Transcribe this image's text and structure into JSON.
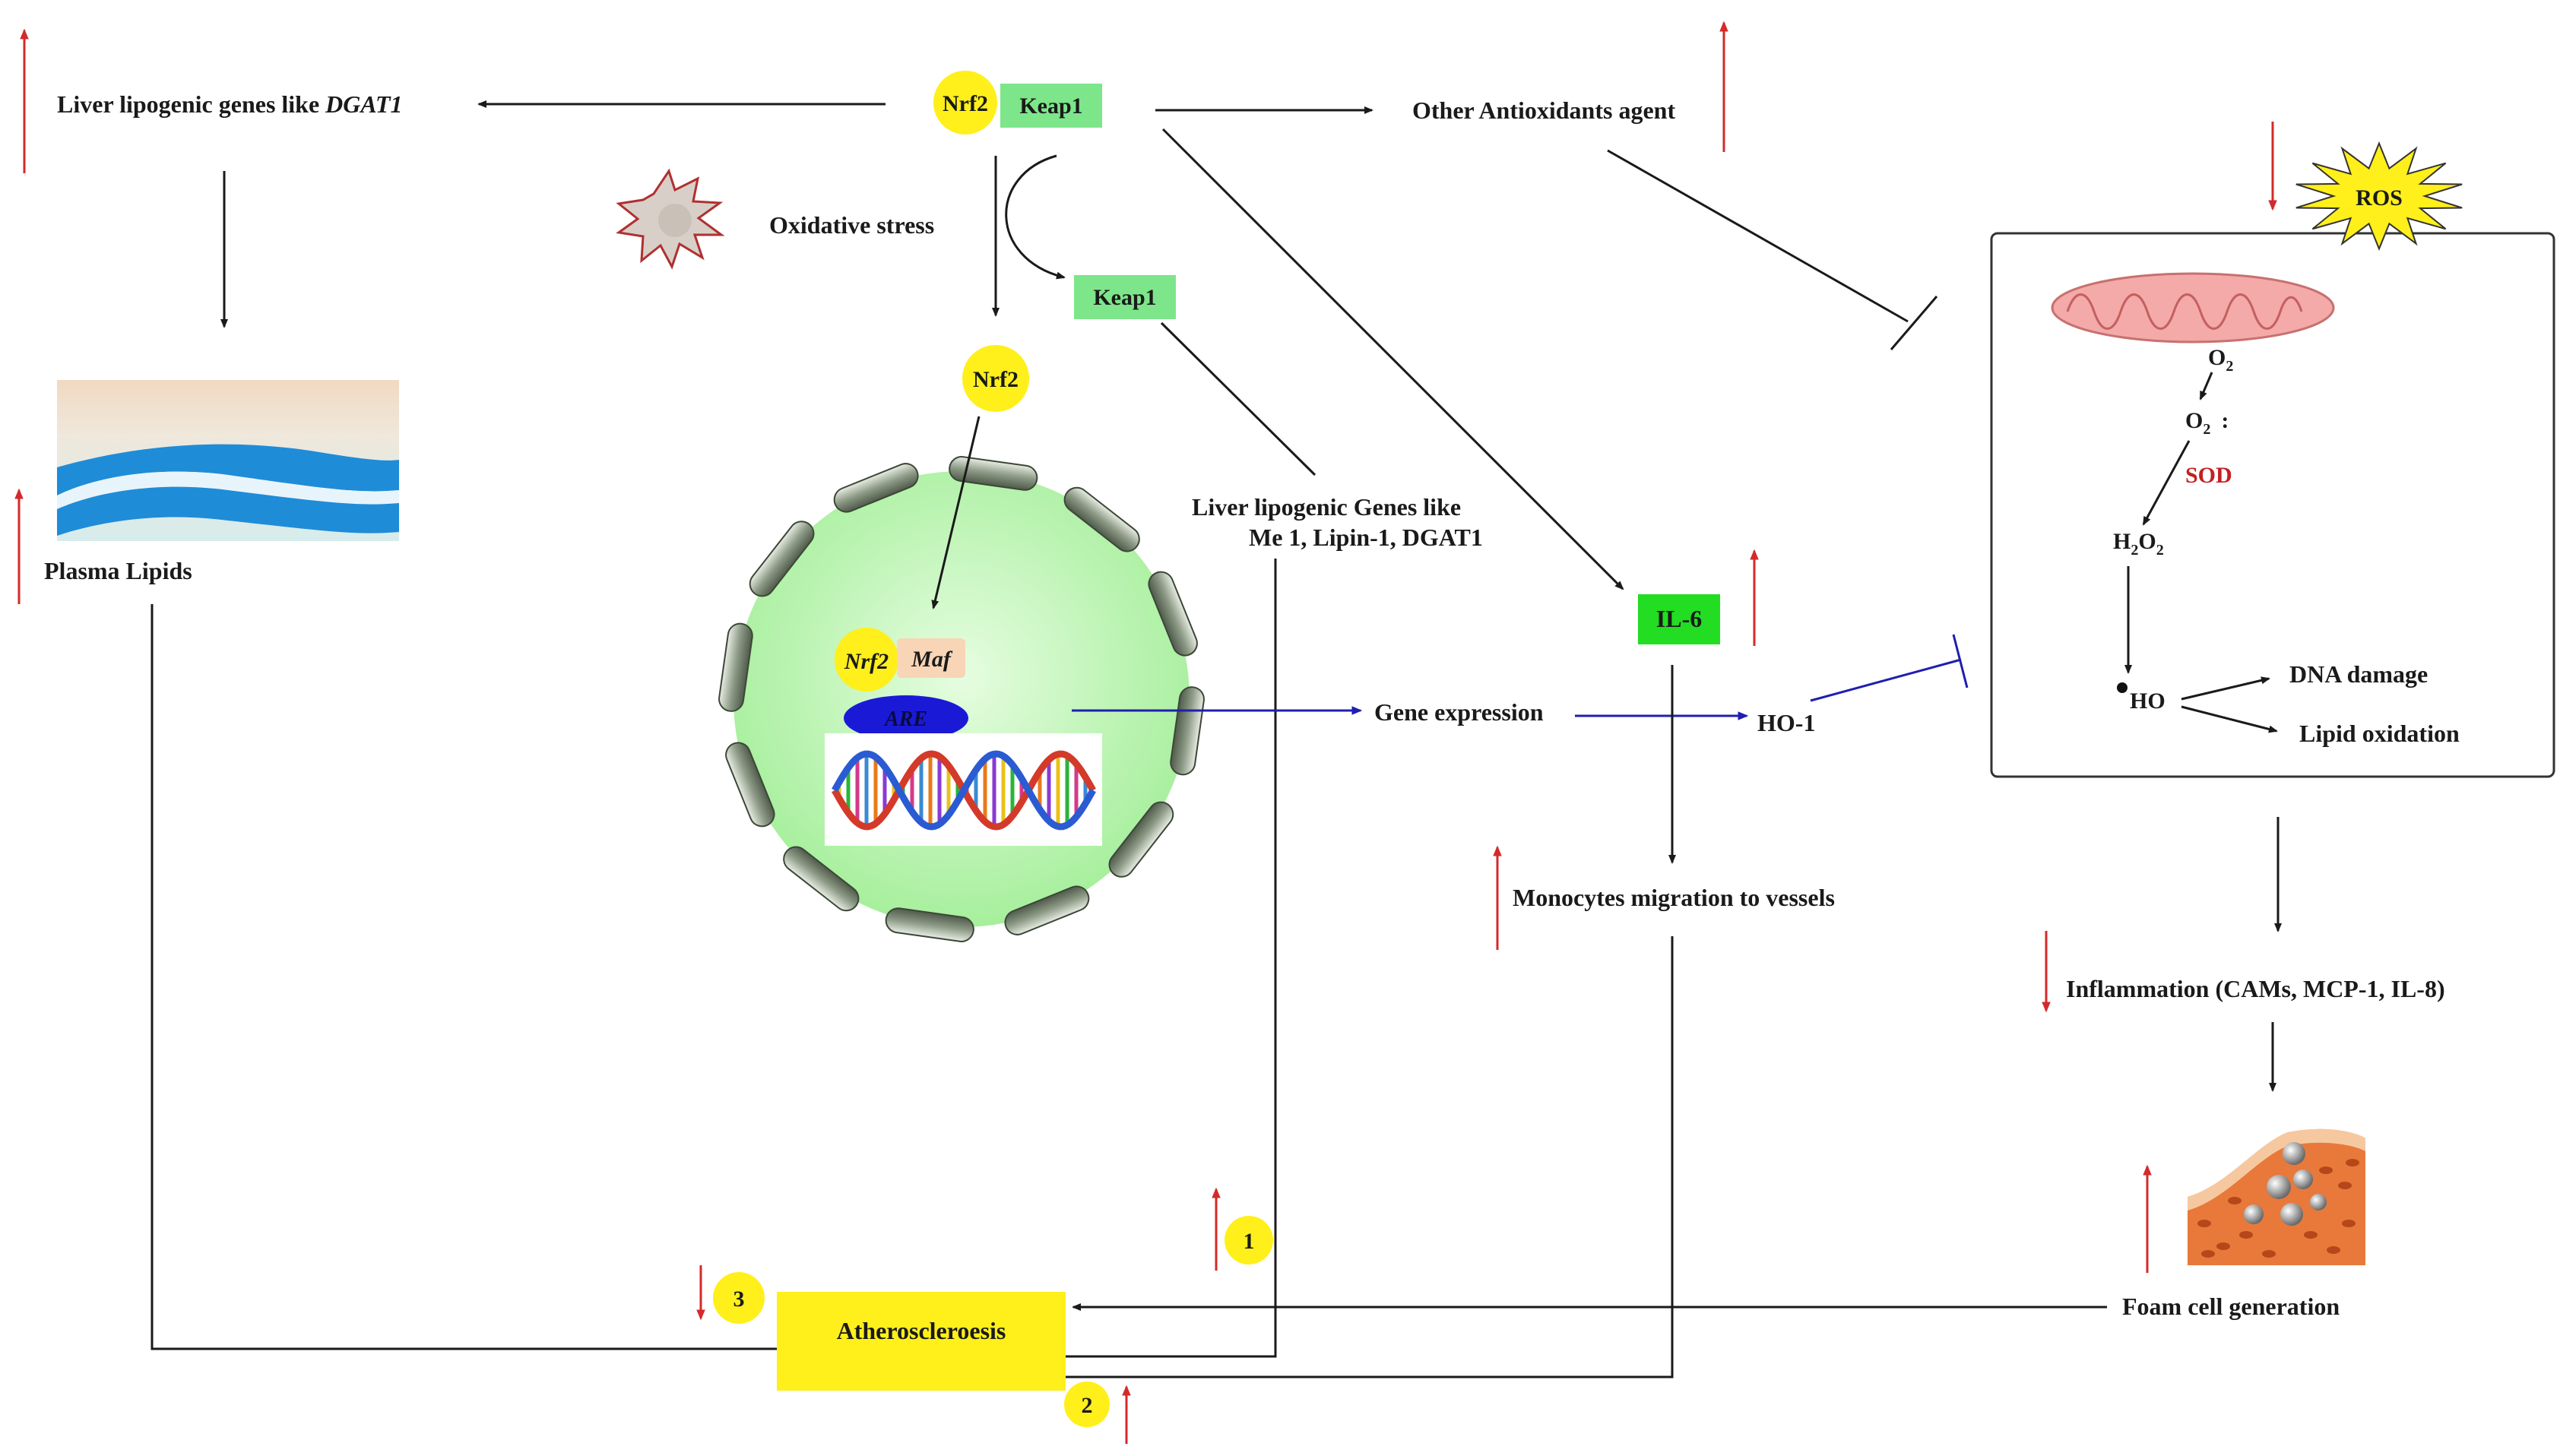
{
  "labels": {
    "liver_genes_prefix": "Liver lipogenic genes like ",
    "liver_genes_italic": "DGAT1",
    "nrf2": "Nrf2",
    "keap1": "Keap1",
    "other_antioxidants": "Other Antioxidants agent",
    "oxidative_stress": "Oxidative stress",
    "keap1_free": "Keap1",
    "nrf2_free": "Nrf2",
    "plasma_lipids": "Plasma Lipids",
    "liver_genes2_line1": "Liver lipogenic Genes like",
    "liver_genes2_line2": "Me 1, Lipin-1, DGAT1",
    "il6": "IL-6",
    "nrf2_nucleus": "Nrf2",
    "maf": "Maf",
    "are": "ARE",
    "gene_expression": "Gene expression",
    "ho1": "HO-1",
    "monocytes": "Monocytes migration to vessels",
    "ros": "ROS",
    "o2": "O",
    "o2_sub": "2",
    "o2_radical": "O",
    "o2_radical_sub": "2",
    "o2_radical_dots": ":",
    "sod": "SOD",
    "h2o2_h": "H",
    "h2o2_sub1": "2",
    "h2o2_o": "O",
    "h2o2_sub2": "2",
    "ho_radical": "HO",
    "dna_damage": "DNA damage",
    "lipid_oxidation": "Lipid oxidation",
    "inflammation": "Inflammation (CAMs, MCP-1, IL-8)",
    "foam_cell": "Foam cell generation",
    "atherosclerosis": "Atheroscleroesis",
    "num1": "1",
    "num2": "2",
    "num3": "3"
  },
  "colors": {
    "nrf2_yellow": "#ffef1a",
    "keap1_green": "#7de68a",
    "il6_green": "#22dd22",
    "are_blue": "#1a1ad6",
    "arrow_red": "#d42a2a",
    "inhibit_blue": "#1f1fb0",
    "sod_red": "#c42020",
    "athero_yellow": "#ffef1a",
    "nucleus_green": "#c8f7c0"
  },
  "icons": [
    "explosion-icon",
    "membrane-bilayer-icon",
    "nucleus-icon",
    "dna-helix-icon",
    "mitochondrion-icon",
    "ros-star-icon",
    "foam-cell-vessel-icon"
  ]
}
